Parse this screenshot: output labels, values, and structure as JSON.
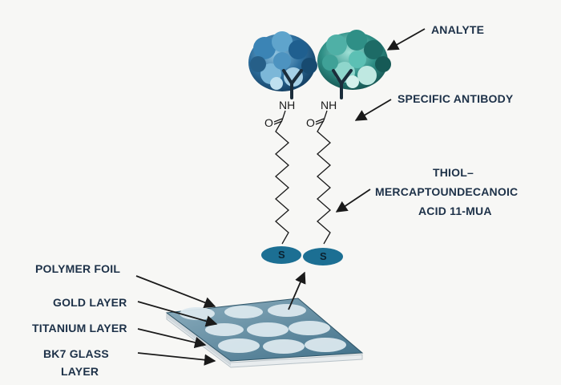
{
  "labels": {
    "analyte": "ANALYTE",
    "specific_antibody": "SPECIFIC ANTIBODY",
    "thiol_line1": "THIOL–",
    "thiol_line2": "MERCAPTOUNDECANOIC",
    "thiol_line3": "ACID 11-MUA",
    "polymer_foil": "POLYMER FOIL",
    "gold_layer": "GOLD LAYER",
    "titanium_layer": "TITANIUM LAYER",
    "bk7_line1": "BK7 GLASS",
    "bk7_line2": "LAYER"
  },
  "chem": {
    "amine": "NH",
    "carbonyl_o": "O",
    "sulfur": "S"
  },
  "colors": {
    "label_text": "#1d3148",
    "arrow": "#1a1a1a",
    "protein_left": "#1f5f8f",
    "protein_right": "#2f8f86",
    "sulfur_disc": "#1c6f93",
    "chip_top": "#5d8aa0",
    "chip_spot": "#dbe8ee"
  }
}
